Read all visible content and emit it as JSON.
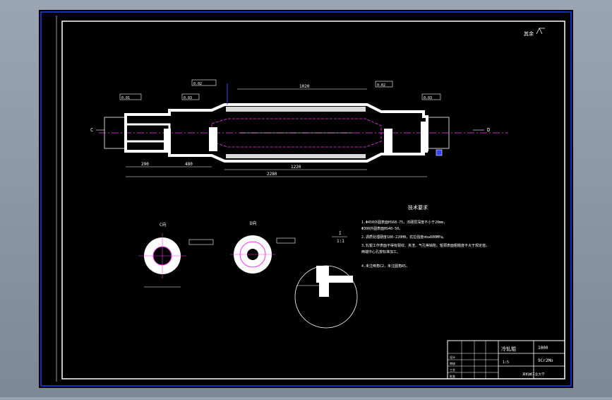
{
  "colors": {
    "sheet": "#000000",
    "frame": "#1a3cff",
    "line": "#ffffff",
    "axis": "#ff33ff",
    "accent": "#3344ff",
    "background": "#8f9aa8"
  },
  "drawing": {
    "roughness_note": "其余",
    "view_label_c": "C",
    "view_label_d": "D",
    "section_c_title": "C向",
    "section_d_title": "D向",
    "detail_title_top": "I",
    "detail_title_bottom": "1:1",
    "dim_total": "2280",
    "dim_left_1": "290",
    "dim_left_2": "480",
    "dim_center_span": "1220",
    "dim_body": "1020",
    "tolerance_labels": [
      "0.01",
      "0.03",
      "0.02",
      "0.02",
      "0.03"
    ]
  },
  "tech": {
    "title": "技术要求",
    "items": [
      "1.Φ450外圆表面HS68-75，淬硬层深度不小于20mm，",
      "  Φ300外圆表面HS40-50。",
      "2.调质处理硬度180-220HB，抗拉强度σb≥600MPa。",
      "3.轧辊工作表面不得有裂纹、夹渣、气孔等缺陷，辊颈表面粗糙度不大于规定值，",
      "  两端中心孔按标准加工。",
      "4.未注倒角C2，未注圆角R5。"
    ]
  },
  "title_block": {
    "part_name": "冷轧辊",
    "drawing_no": "1000",
    "scale": "1:5",
    "material": "9Cr2Mo",
    "school": "某机械工业大学",
    "row_labels": [
      "设计",
      "审核",
      "工艺",
      "批准"
    ]
  }
}
